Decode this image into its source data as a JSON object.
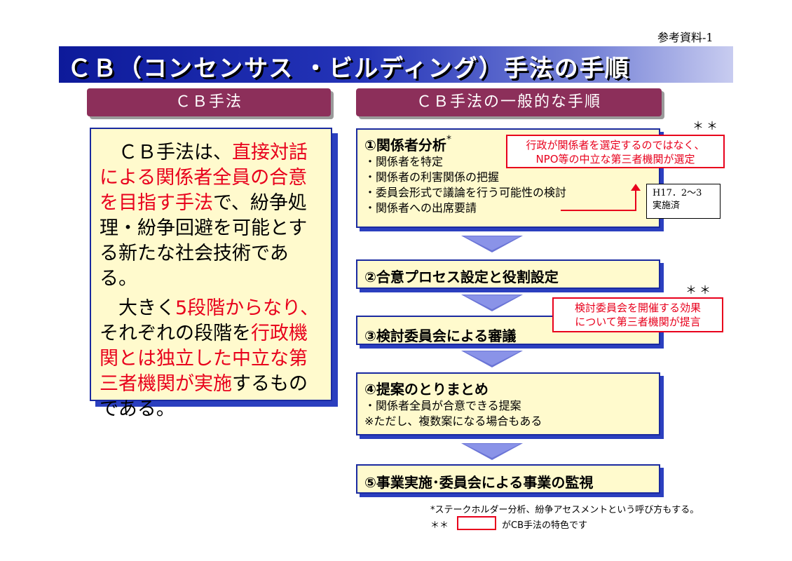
{
  "ref_label": "参考資料-1",
  "title": "ＣＢ（コンセンサス ・ビルディング）手法の手順",
  "left_header": "ＣＢ手法",
  "right_header": "ＣＢ手法の一般的な手順",
  "description": {
    "p1_a": "ＣＢ手法は、",
    "p1_b": "直接対話による関係者全員の合意を目指す手法",
    "p1_c": "で、紛争処理・紛争回避を可能とする新たな社会技術である。",
    "p2_a": "大きく",
    "p2_b": "5段階からなり、",
    "p2_c": "それぞれの段階を",
    "p2_d": "行政機関とは独立した中立な第三者機関が実施",
    "p2_e": "するものである。"
  },
  "steps": [
    {
      "title": "①関係者分析",
      "title_mark": "*",
      "items": [
        "・関係者を特定",
        "・関係者の利害関係の把握",
        "・委員会形式で議論を行う可能性の検討",
        "・関係者への出席要請"
      ]
    },
    {
      "title": "②合意プロセス設定と役割設定"
    },
    {
      "title": "③検討委員会による審議"
    },
    {
      "title": "④提案のとりまとめ",
      "items": [
        "・関係者全員が合意できる提案",
        "※ただし、複数案になる場合もある"
      ]
    },
    {
      "title": "⑤事業実施･委員会による事業の監視"
    }
  ],
  "callouts": [
    {
      "line1": "行政が関係者を選定するのではなく、",
      "line2": "NPO等の中立な第三者機関が選定",
      "stars": "＊＊"
    },
    {
      "line1": "検討委員会を開催する効果",
      "line2": "について第三者機関が提言",
      "stars": "＊＊"
    }
  ],
  "note_box": {
    "line1": "H17．2～3",
    "line2": "実施済"
  },
  "footnotes": {
    "note1": "*ステークホルダー分析、紛争アセスメントという呼び方もする。",
    "note2_stars": "＊＊",
    "note2_text": "がCB手法の特色です"
  },
  "colors": {
    "title_bar": "#0d1a9a",
    "header_pill": "#8c2f5a",
    "box_fill": "#fffacd",
    "box_border": "#1a2aa0",
    "highlight": "#e8001c",
    "arrow": "#6a74d6"
  }
}
